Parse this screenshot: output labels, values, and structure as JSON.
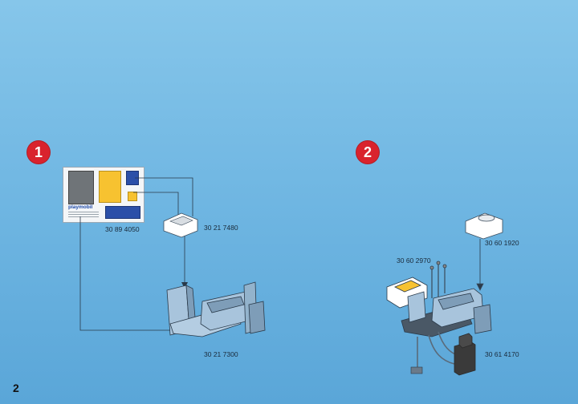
{
  "page": {
    "number": "2"
  },
  "steps": [
    {
      "label": "1"
    },
    {
      "label": "2"
    }
  ],
  "parts": {
    "sticker_sheet": "30 89 4050",
    "gun_holder": "30 21 7480",
    "chair_base": "30 21 7300",
    "bowl": "30 60 1920",
    "instruments": "30 60 2970",
    "foot_pedal": "30 61 4170"
  },
  "sticker": {
    "brand": "playmobil"
  },
  "colors": {
    "badge": "#d9232d",
    "part_fill": "#a8c4dc",
    "part_dark": "#3a4a5a",
    "sticker_yellow": "#f7c230"
  }
}
